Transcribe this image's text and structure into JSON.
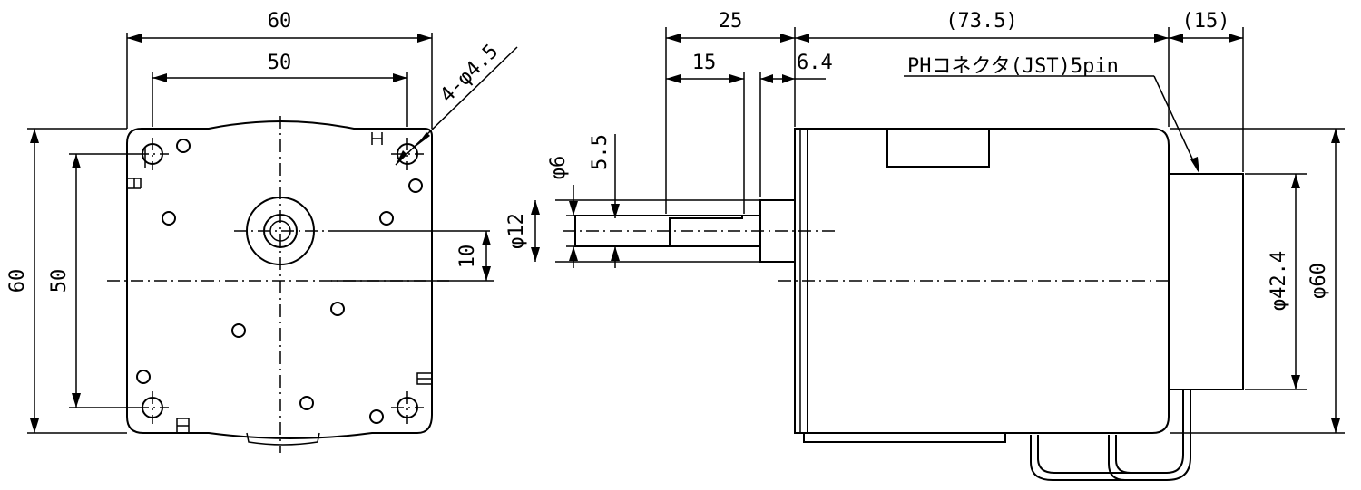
{
  "front_view": {
    "width_outer": "60",
    "width_holes": "50",
    "height_outer": "60",
    "height_holes": "50",
    "hole_callout": "4-φ4.5",
    "shaft_offset": "10"
  },
  "side_view": {
    "shaft_length": "25",
    "key_length": "15",
    "collar_length": "6.4",
    "body_length": "(73.5)",
    "connector_length": "(15)",
    "connector_note": "PHコネクタ(JST)5pin",
    "shaft_dia": "φ6",
    "flat_depth": "5.5",
    "boss_dia": "φ12",
    "connector_dia": "φ42.4",
    "body_dia": "φ60"
  }
}
